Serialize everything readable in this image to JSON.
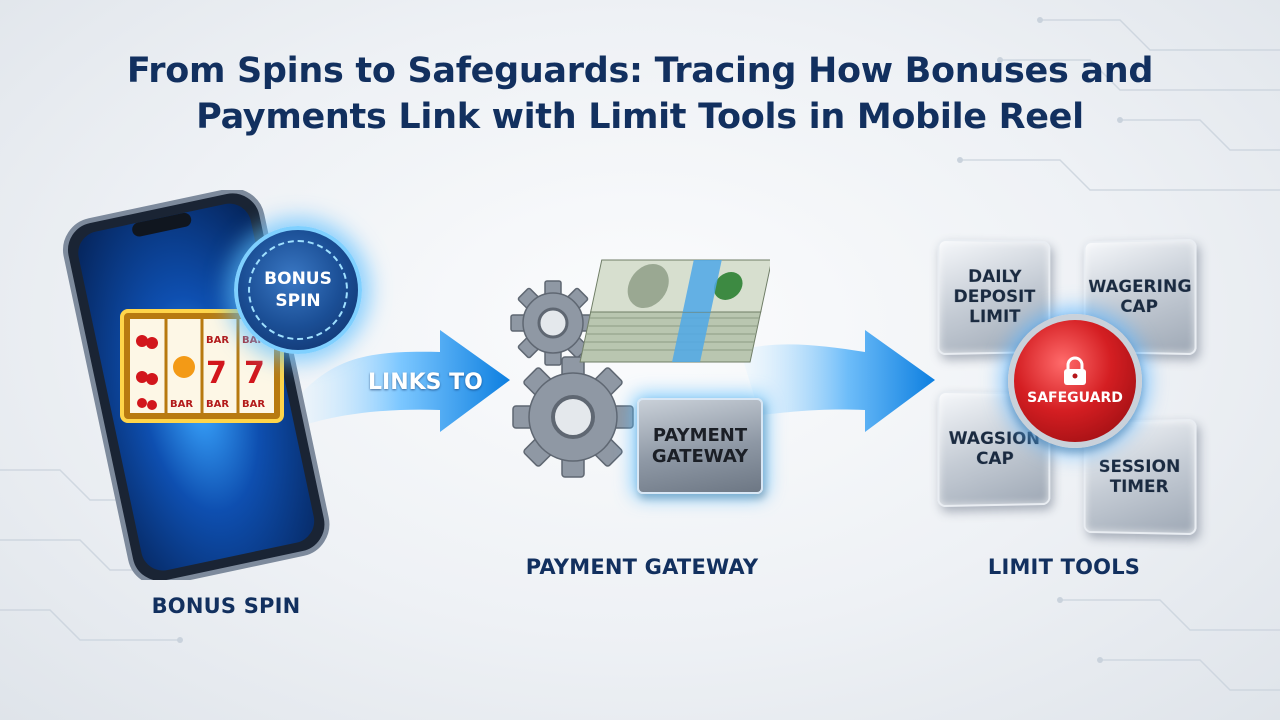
{
  "title": {
    "line1": "From Spins to Safeguards: Tracing How Bonuses and",
    "line2": "Payments Link with Limit Tools in Mobile Reel"
  },
  "bonus_chip": {
    "line1": "BONUS",
    "line2": "SPIN"
  },
  "slot_symbols": [
    "BAR",
    "BAR",
    "7",
    "7",
    "BAR",
    "BAR",
    "BAR"
  ],
  "connector_label": "LINKS TO",
  "gateway_box": {
    "line1": "PAYMENT",
    "line2": "GATEWAY"
  },
  "safeguard": {
    "label": "SAFEGUARD"
  },
  "limit_tiles": [
    {
      "lines": [
        "DAILY",
        "DEPOSIT",
        "LIMIT"
      ]
    },
    {
      "lines": [
        "WAGERING",
        "CAP"
      ]
    },
    {
      "lines": [
        "WAGSION",
        "CAP"
      ]
    },
    {
      "lines": [
        "SESSION",
        "TIMER"
      ]
    }
  ],
  "captions": {
    "bonus": "BONUS SPIN",
    "payment": "PAYMENT GATEWAY",
    "limits": "LIMIT TOOLS"
  },
  "colors": {
    "title": "#12305f",
    "arrow_light": "#cfeeff",
    "arrow_dark": "#0d7fe0",
    "safeguard_red": "#d41e22",
    "glow": "#5ab4ff",
    "phone_screen": "#0b3f8f"
  },
  "icons": [
    "smartphone-icon",
    "slot-machine-icon",
    "gear-icon",
    "cash-stack-icon",
    "padlock-icon",
    "arrow-right-icon"
  ]
}
